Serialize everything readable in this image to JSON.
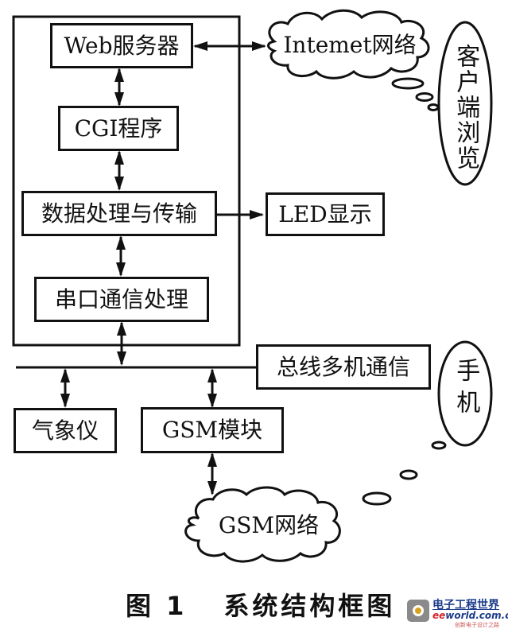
{
  "diagram": {
    "server_group": {
      "web_server": "Web服务器",
      "cgi": "CGI程序",
      "data_processing": "数据处理与传输",
      "serial_comm": "串口通信处理"
    },
    "internet_cloud": "Intemet网络",
    "client_browser": "客户端浏览",
    "led_display": "LED显示",
    "bus_comm": "总线多机通信",
    "mobile_phone": "手机",
    "weather_instrument": "气象仪",
    "gsm_module": "GSM模块",
    "gsm_cloud": "GSM网络"
  },
  "caption": {
    "figure_number": "图 1",
    "title": "系统结构框图"
  },
  "watermark": {
    "name_cn": "电子工程世界",
    "domain_prefix": "ee",
    "domain_rest": "world.com.cn",
    "tagline": "创新电子设计之路"
  }
}
